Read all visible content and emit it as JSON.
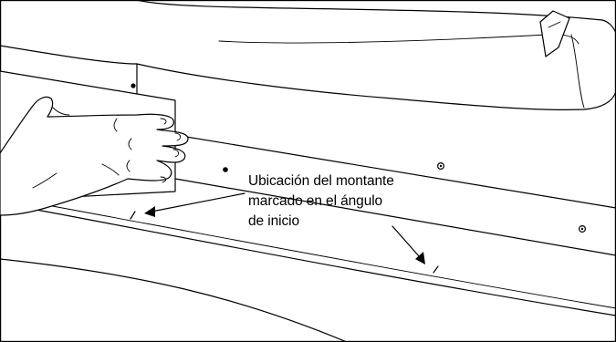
{
  "callout": {
    "lines": [
      "Ubicación del montante",
      "marcado en el ángulo",
      "de inicio"
    ]
  }
}
